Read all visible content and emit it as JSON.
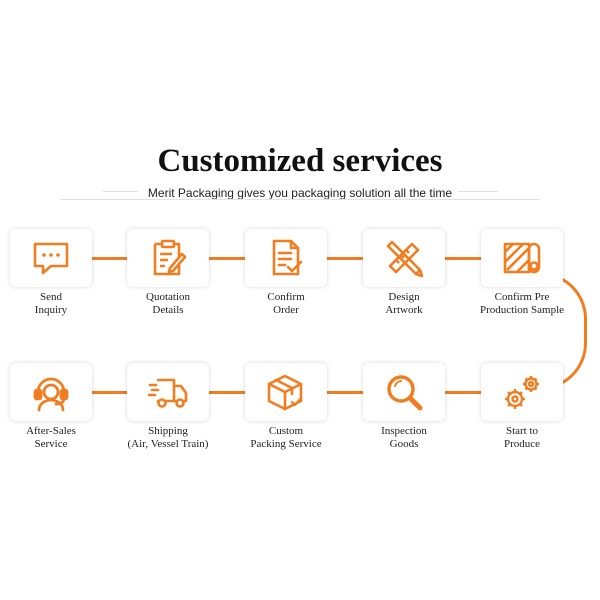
{
  "header": {
    "title": "Customized services",
    "subtitle": "Merit Packaging gives you packaging solution all the time"
  },
  "accent_color": "#f07d1f",
  "steps": [
    {
      "icon": "chat-bubble-icon",
      "line1": "Send",
      "line2": "Inquiry"
    },
    {
      "icon": "clipboard-pencil-icon",
      "line1": "Quotation",
      "line2": "Details"
    },
    {
      "icon": "document-check-icon",
      "line1": "Confirm",
      "line2": "Order"
    },
    {
      "icon": "pencil-ruler-icon",
      "line1": "Design",
      "line2": "Artwork"
    },
    {
      "icon": "material-roll-icon",
      "line1": "Confirm Pre",
      "line2": "Production Sample"
    },
    {
      "icon": "gears-icon",
      "line1": "Start to",
      "line2": "Produce"
    },
    {
      "icon": "magnifier-icon",
      "line1": "Inspection",
      "line2": "Goods"
    },
    {
      "icon": "package-box-icon",
      "line1": "Custom",
      "line2": "Packing Service"
    },
    {
      "icon": "delivery-truck-icon",
      "line1": "Shipping",
      "line2": "(Air, Vessel Train)"
    },
    {
      "icon": "headset-support-icon",
      "line1": "After-Sales",
      "line2": "Service"
    }
  ]
}
